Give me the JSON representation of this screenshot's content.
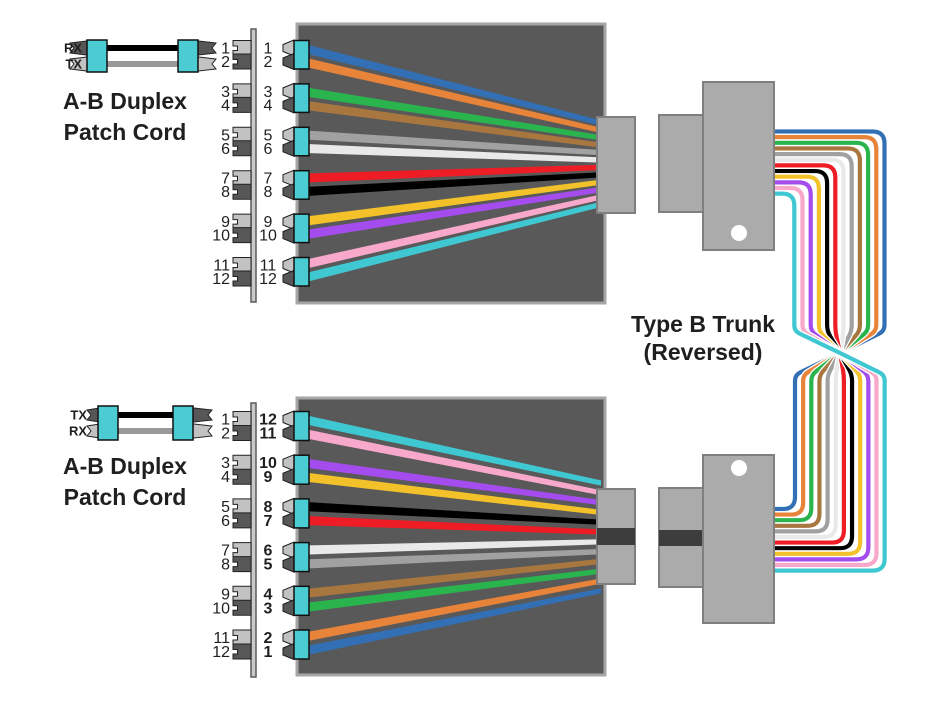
{
  "patch_cords": [
    {
      "top_label": "RX",
      "bottom_label": "TX",
      "caption": [
        "A-B Duplex",
        "Patch Cord"
      ]
    },
    {
      "top_label": "TX",
      "bottom_label": "RX",
      "caption": [
        "A-B Duplex",
        "Patch Cord"
      ]
    }
  ],
  "trunk_label": {
    "line1": "Type B Trunk",
    "line2": "(Reversed)"
  },
  "fiber_colors": {
    "blue": "#336fb4",
    "orange": "#e8833a",
    "green": "#2ab44e",
    "brown": "#a8763f",
    "slate": "#a1a1a1",
    "white": "#e9e9e9",
    "red": "#ee1c25",
    "black": "#000000",
    "yellow": "#f3c129",
    "violet": "#a44ced",
    "rose": "#f8a8ca",
    "aqua": "#40c8d2"
  },
  "cassettes": [
    {
      "name": "top-cassette",
      "left_port_numbers": [
        "1",
        "2",
        "3",
        "4",
        "5",
        "6",
        "7",
        "8",
        "9",
        "10",
        "11",
        "12"
      ],
      "right_port_numbers": [
        "1",
        "2",
        "3",
        "4",
        "5",
        "6",
        "7",
        "8",
        "9",
        "10",
        "11",
        "12"
      ],
      "right_numbers_bold": false,
      "fiber_order": [
        "blue",
        "orange",
        "green",
        "brown",
        "slate",
        "white",
        "red",
        "black",
        "yellow",
        "violet",
        "rose",
        "aqua"
      ],
      "has_key_stripe": false
    },
    {
      "name": "bottom-cassette",
      "left_port_numbers": [
        "1",
        "2",
        "3",
        "4",
        "5",
        "6",
        "7",
        "8",
        "9",
        "10",
        "11",
        "12"
      ],
      "right_port_numbers": [
        "12",
        "11",
        "10",
        "9",
        "8",
        "7",
        "6",
        "5",
        "4",
        "3",
        "2",
        "1"
      ],
      "right_numbers_bold": true,
      "fiber_order": [
        "aqua",
        "rose",
        "violet",
        "yellow",
        "black",
        "red",
        "white",
        "slate",
        "brown",
        "green",
        "orange",
        "blue"
      ],
      "has_key_stripe": true
    }
  ],
  "trunk": {
    "fiber_order_top": [
      "blue",
      "orange",
      "green",
      "brown",
      "slate",
      "white",
      "red",
      "black",
      "yellow",
      "violet",
      "rose",
      "aqua"
    ],
    "crossover": true
  },
  "ui_colors": {
    "panel": "#595959",
    "panel_border": "#a6a6a6",
    "connector_body": "#ababab",
    "connector_border": "#7f7f7f",
    "lc_cyan": "#4accd2",
    "tab_light": "#c2c2c2",
    "tab_dark": "#575757",
    "bar_fill": "#c9c9c9",
    "stripe_dark": "#3d3d3d",
    "cord_black": "#000000",
    "cord_gray": "#999999"
  }
}
